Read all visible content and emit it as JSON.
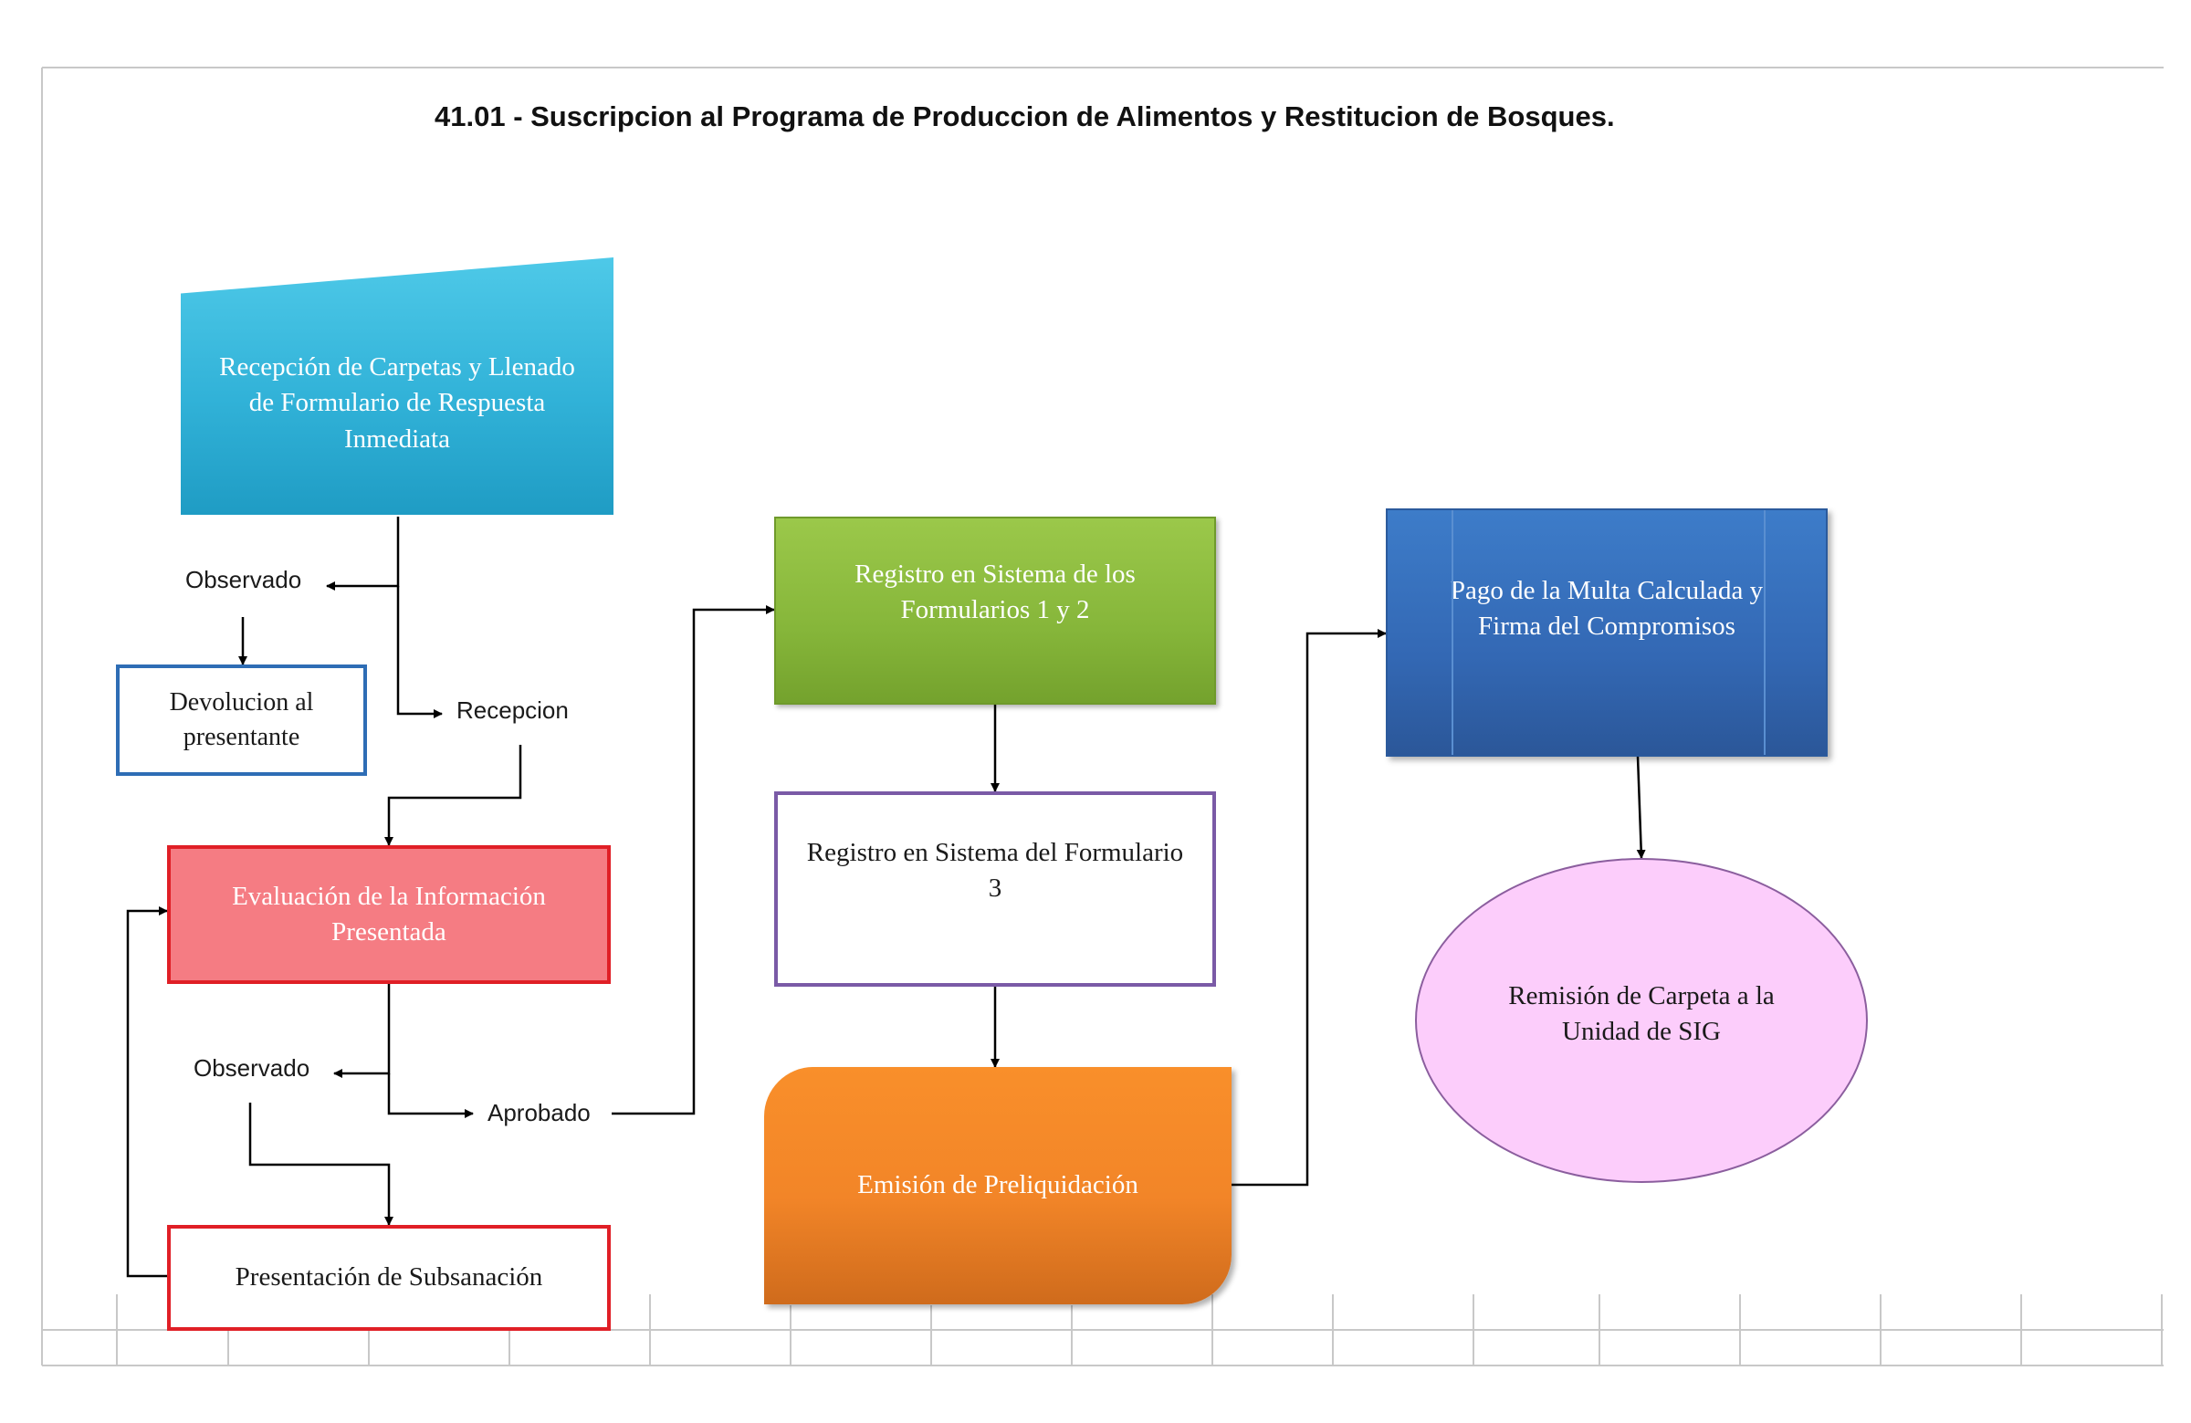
{
  "title": "41.01 - Suscripcion al Programa de Produccion de Alimentos y Restitucion de Bosques.",
  "nodes": {
    "recepcion_carpetas": "Recepción  de Carpetas y Llenado\nde Formulario  de Respuesta\nInmediata",
    "devolucion": "Devolucion  al\npresentante",
    "evaluacion": "Evaluación  de la Información\nPresentada",
    "subsanacion": "Presentación  de Subsanación",
    "registro_1_2": "Registro  en Sistema  de los\nFormularios  1 y 2",
    "registro_3": "Registro  en Sistema  del Formulario\n3",
    "emision": "Emisión  de Preliquidación",
    "pago": "Pago de la Multa Calculada  y\nFirma del Compromisos",
    "remision": "Remisión  de Carpeta a la\nUnidad  de SIG"
  },
  "edge_labels": {
    "observado_1": "Observado",
    "recepcion": "Recepcion",
    "observado_2": "Observado",
    "aprobado": "Aprobado"
  },
  "colors": {
    "cyan_box": "#31b2d8",
    "blue_border": "#2e6db5",
    "red_border": "#e01f26",
    "red_fill": "#f57c83",
    "green_box": "#86b63a",
    "purple_border": "#7a5aa6",
    "orange_box": "#f28528",
    "blue_box": "#3368b4",
    "pink_ellipse": "#fccdfb",
    "connector": "#000000"
  }
}
